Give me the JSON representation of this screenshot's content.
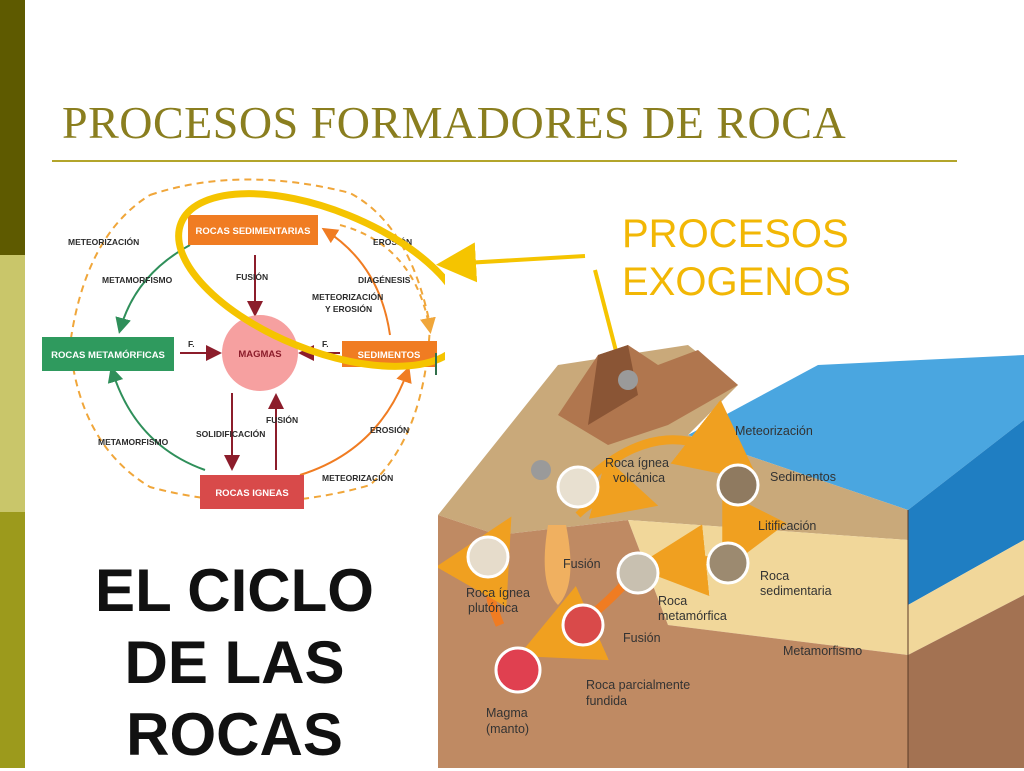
{
  "slide": {
    "title": "PROCESOS FORMADORES DE ROCA",
    "callout": {
      "line1": "PROCESOS",
      "line2": "EXOGENOS"
    },
    "big_text": {
      "line1": "EL CICLO",
      "line2": "DE LAS",
      "line3": "ROCAS"
    }
  },
  "cycle": {
    "boxes": {
      "sedimentarias": "ROCAS SEDIMENTARIAS",
      "metamorficas": "ROCAS METAMÓRFICAS",
      "magmas": "MAGMAS",
      "sedimentos": "SEDIMENTOS",
      "igneas": "ROCAS IGNEAS"
    },
    "labels": {
      "meteorizacion_top": "METEORIZACIÓN",
      "metamorfismo_top": "METAMORFISMO",
      "erosion_top": "EROSIÓN",
      "diagenesis": "DIAGÉNESIS",
      "fusion_top": "FUSIÓN",
      "meteo_erosion_1": "METEORIZACIÓN",
      "meteo_erosion_2": "Y EROSIÓN",
      "f_left": "F.",
      "f_right": "F.",
      "metamorfismo_bottom": "METAMORFISMO",
      "solidificacion": "SOLIDIFICACIÓN",
      "fusion_bottom": "FUSIÓN",
      "erosion_bottom": "EROSIÓN",
      "meteorizacion_bottom": "METEORIZACIÓN"
    }
  },
  "block": {
    "labels": {
      "meteorizacion": "Meteorización",
      "roca_ignea_volcanica_1": "Roca ígnea",
      "roca_ignea_volcanica_2": "volcánica",
      "sedimentos": "Sedimentos",
      "litificacion": "Litificación",
      "fusion_1": "Fusión",
      "roca_ignea_plutonica_1": "Roca ígnea",
      "roca_ignea_plutonica_2": "plutónica",
      "roca_sedimentaria_1": "Roca",
      "roca_sedimentaria_2": "sedimentaria",
      "roca_metamorfica_1": "Roca",
      "roca_metamorfica_2": "metamórfica",
      "fusion_2": "Fusión",
      "metamorfismo": "Metamorfismo",
      "roca_parcial_1": "Roca parcialmente",
      "roca_parcial_2": "fundida",
      "magma": "Magma",
      "manto": "(manto)"
    }
  },
  "colors": {
    "sidebar_dark": "#5e5a00",
    "sidebar_light": "#c9c66a",
    "sidebar_mid": "#9c9a1c",
    "title": "#8a7e1f",
    "callout": "#f2b705",
    "highlight_ellipse": "#f5c400",
    "box_orange": "#f07c22",
    "box_green": "#2f9a5e",
    "box_red": "#d84a4a",
    "magma_pink": "#f6a0a0",
    "arrow_maroon": "#8c1d2b",
    "dashed_orange": "#f0a63a",
    "arrow_green": "#2f8f5a",
    "water": "#2f8fd0"
  }
}
